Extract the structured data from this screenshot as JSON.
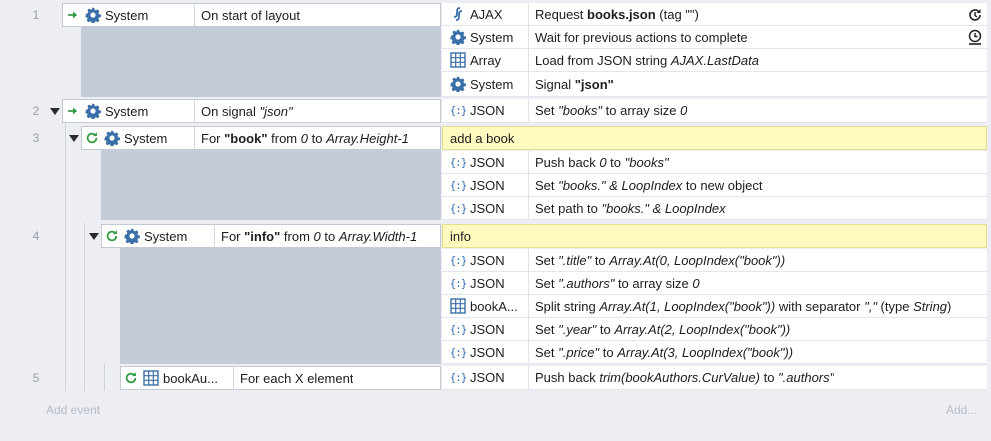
{
  "events": [
    {
      "num": "1",
      "object": "System",
      "condition": "On start of layout"
    },
    {
      "num": "2",
      "object": "System",
      "condition_prefix": "On signal ",
      "condition_italic": "\"json\""
    },
    {
      "num": "3",
      "object": "System",
      "for_prefix": "For ",
      "for_bold": "\"book\"",
      "for_mid": " from ",
      "for_i1": "0",
      "for_mid2": " to ",
      "for_i2": "Array.Height-1",
      "comment": "add a book"
    },
    {
      "num": "4",
      "object": "System",
      "for_prefix": "For ",
      "for_bold": "\"info\"",
      "for_mid": " from ",
      "for_i1": "0",
      "for_mid2": " to ",
      "for_i2": "Array.Width-1",
      "comment": "info"
    },
    {
      "num": "5",
      "object": "bookAu...",
      "condition": "For each X element"
    }
  ],
  "actions": {
    "e1": [
      {
        "object": "AJAX",
        "icon": "ajax-icon"
      },
      {
        "object": "System",
        "icon": "gear-icon"
      },
      {
        "object": "Array",
        "icon": "grid-icon"
      },
      {
        "object": "System",
        "icon": "gear-icon"
      }
    ],
    "e2": [
      {
        "object": "JSON",
        "icon": "json-icon"
      }
    ],
    "e3": [
      {
        "object": "JSON"
      },
      {
        "object": "JSON"
      },
      {
        "object": "JSON"
      }
    ],
    "e4": [
      {
        "object": "JSON"
      },
      {
        "object": "JSON"
      },
      {
        "object": "bookA..."
      },
      {
        "object": "JSON"
      },
      {
        "object": "JSON"
      }
    ],
    "e5": [
      {
        "object": "JSON"
      }
    ]
  },
  "text": {
    "a1_1a": "Request ",
    "a1_1b": "books.json",
    "a1_1c": " (tag \"\")",
    "a1_2": "Wait for previous actions to complete",
    "a1_3a": "Load from JSON string ",
    "a1_3b": "AJAX.LastData",
    "a1_4a": "Signal ",
    "a1_4b": "\"json\"",
    "a2_1a": "Set ",
    "a2_1b": "\"books\"",
    "a2_1c": " to array size ",
    "a2_1d": "0",
    "a3_1a": "Push back ",
    "a3_1b": "0",
    "a3_1c": " to ",
    "a3_1d": "\"books\"",
    "a3_2a": "Set ",
    "a3_2b": "\"books.\" & LoopIndex",
    "a3_2c": " to new object",
    "a3_3a": "Set path to ",
    "a3_3b": "\"books.\" & LoopIndex",
    "a4_1a": "Set ",
    "a4_1b": "\".title\"",
    "a4_1c": " to ",
    "a4_1d": "Array.At(0, LoopIndex(\"book\"))",
    "a4_2a": "Set ",
    "a4_2b": "\".authors\"",
    "a4_2c": " to array size ",
    "a4_2d": "0",
    "a4_3a": "Split string ",
    "a4_3b": "Array.At(1, LoopIndex(\"book\"))",
    "a4_3c": " with separator ",
    "a4_3d": "\",\"",
    "a4_3e": " (type ",
    "a4_3f": "String",
    "a4_3g": ")",
    "a4_4a": "Set ",
    "a4_4b": "\".year\"",
    "a4_4c": " to ",
    "a4_4d": "Array.At(2, LoopIndex(\"book\"))",
    "a4_5a": "Set ",
    "a4_5b": "\".price\"",
    "a4_5c": " to ",
    "a4_5d": "Array.At(3, LoopIndex(\"book\"))",
    "a5_1a": "Push back ",
    "a5_1b": "trim(bookAuthors.CurValue)",
    "a5_1c": " to ",
    "a5_1d": "\".authors\""
  },
  "footer": {
    "add_event": "Add event",
    "add_action": "Add..."
  },
  "colors": {
    "accent": "#2f6fb5",
    "comment_bg": "#fffbc0",
    "condition_bg": "#c4cbd9",
    "trigger_green": "#2e9a3d"
  }
}
